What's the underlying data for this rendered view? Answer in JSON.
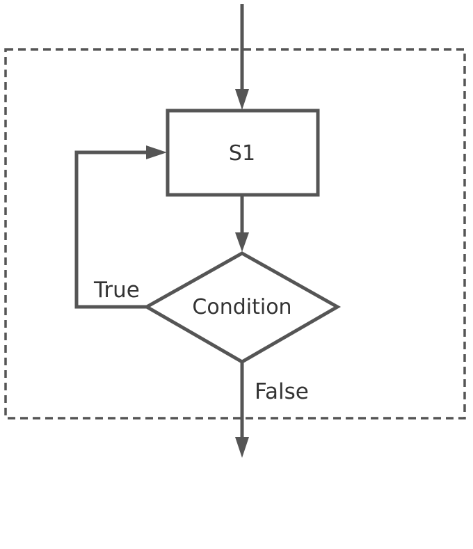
{
  "diagram": {
    "type": "flowchart",
    "nodes": {
      "s1": {
        "shape": "rectangle",
        "label": "S1"
      },
      "condition": {
        "shape": "diamond",
        "label": "Condition"
      }
    },
    "edges": {
      "true_label": "True",
      "false_label": "False"
    },
    "colors": {
      "stroke": "#555555",
      "text": "#333333",
      "background": "#ffffff"
    }
  }
}
